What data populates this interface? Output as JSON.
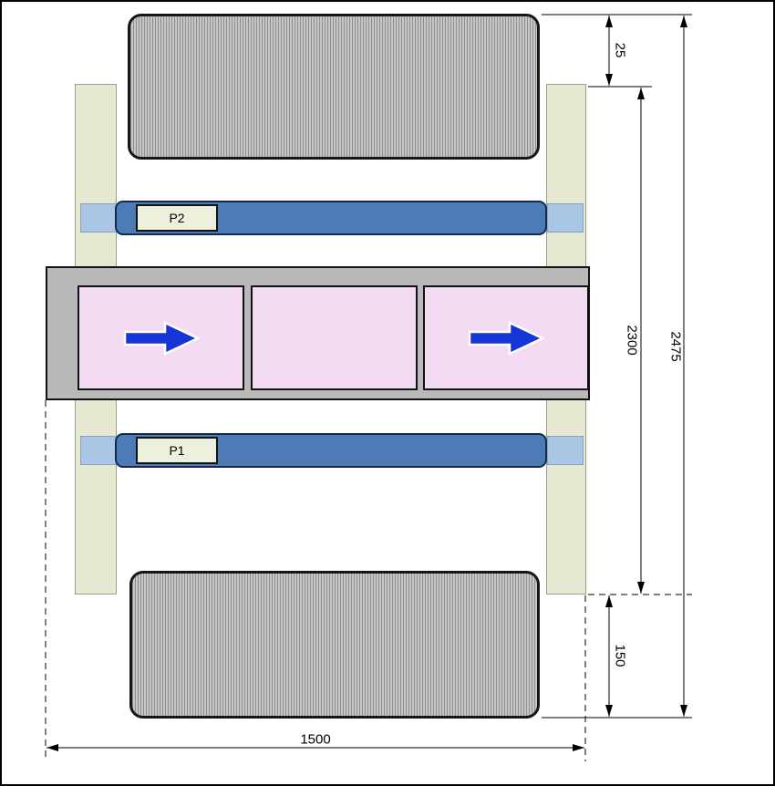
{
  "diagram": {
    "title": "conveyor-section-drawing",
    "labels": {
      "p1": "P1",
      "p2": "P2"
    },
    "dimensions": {
      "top_offset": "25",
      "inner_height": "2300",
      "total_height": "2475",
      "bottom_offset": "150",
      "width": "1500"
    },
    "icons": {
      "flow_arrow_1": "right-arrow-icon",
      "flow_arrow_2": "right-arrow-icon"
    },
    "colors": {
      "roller_fill": "#c6c6c6",
      "roller_stripe": "#8f8f8f",
      "roller_border": "#161616",
      "column_fill": "#e6e8d2",
      "belt_bar_fill": "#4d7bb5",
      "belt_bar_border": "#13294e",
      "belt_cap_fill": "#a9c6e4",
      "label_box_fill": "#edf0da",
      "band_fill": "#b9b9b9",
      "panel_fill": "#f3dbf3",
      "arrow_fill": "#1535d6",
      "arrow_outline": "#ffffff",
      "line_color": "#000000",
      "background": "#ffffff"
    }
  }
}
